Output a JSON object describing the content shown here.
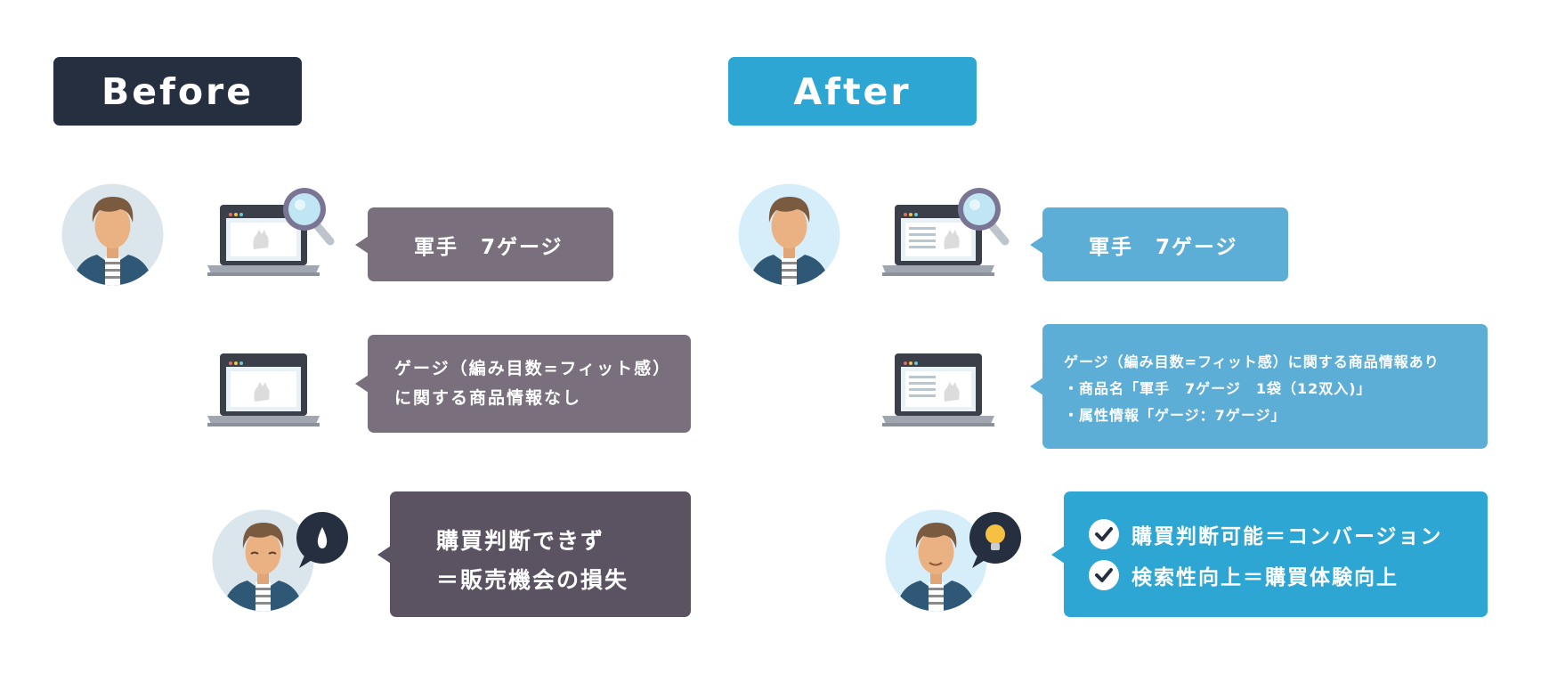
{
  "before": {
    "label": "Before",
    "search_bubble": "軍手　7ゲージ",
    "result_bubble": [
      "ゲージ（編み目数=フィット感）",
      "に関する商品情報なし"
    ],
    "outcome_bubble": [
      "購買判断できず",
      "＝販売機会の損失"
    ]
  },
  "after": {
    "label": "After",
    "search_bubble": "軍手　7ゲージ",
    "result_bubble": [
      "ゲージ（編み目数=フィット感）に関する商品情報あり",
      "・商品名「軍手　7ゲージ　1袋（12双入)」",
      "・属性情報「ゲージ：7ゲージ」"
    ],
    "outcome_items": [
      "購買判断可能＝コンバージョン",
      "検索性向上＝購買体験向上"
    ]
  },
  "colors": {
    "before_label": "#262f40",
    "after_label": "#2ea6d3",
    "before_bubble": "#7a707d",
    "before_outcome": "#5b5362",
    "after_bubble": "#5daed6",
    "after_outcome": "#2ea6d3"
  }
}
